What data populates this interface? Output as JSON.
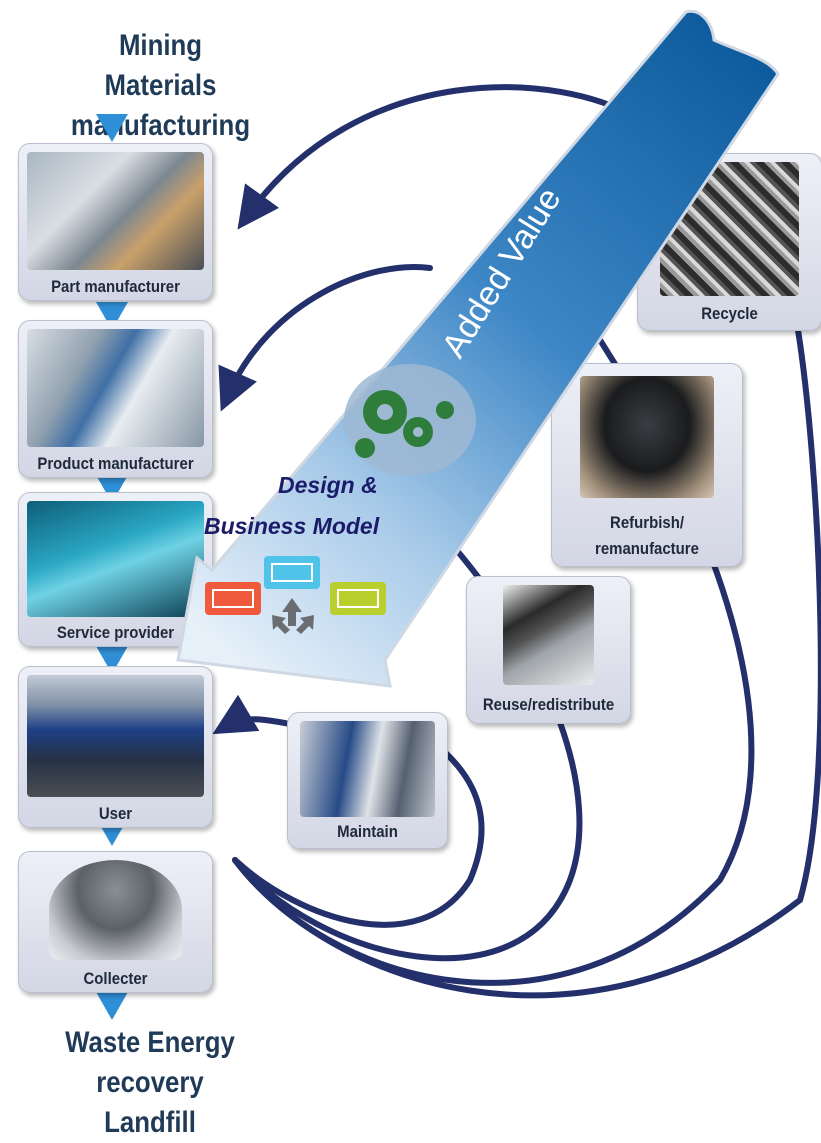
{
  "top_heading": {
    "line1": "Mining",
    "line2": "Materials manufacturing"
  },
  "bottom_heading": {
    "line1": "Waste Energy recovery",
    "line2": "Landfill"
  },
  "chain_stages": [
    {
      "label": "Part manufacturer"
    },
    {
      "label": "Product manufacturer"
    },
    {
      "label": "Service provider"
    },
    {
      "label": "User"
    },
    {
      "label": "Collecter"
    }
  ],
  "loops": {
    "recycle": "Recycle",
    "refurbish": {
      "line1": "Refurbish/",
      "line2": "remanufacture"
    },
    "reuse": "Reuse/redistribute",
    "maintain": "Maintain"
  },
  "arrow": {
    "added_value": "Added Value"
  },
  "design": {
    "line1": "Design &",
    "line2": "Business Model"
  },
  "colors": {
    "loop_line": "#23306b",
    "flow_triangle": "#2f8fd6",
    "arrow_dark": "#0c5a9c",
    "arrow_light": "#dbe9f6",
    "block_orange": "#ef5a3c",
    "block_cyan": "#4fc3e8",
    "block_lime": "#b9cf2e"
  },
  "icons": [
    "gear-cluster-icon",
    "business-model-blocks-icon",
    "split-arrows-icon"
  ]
}
